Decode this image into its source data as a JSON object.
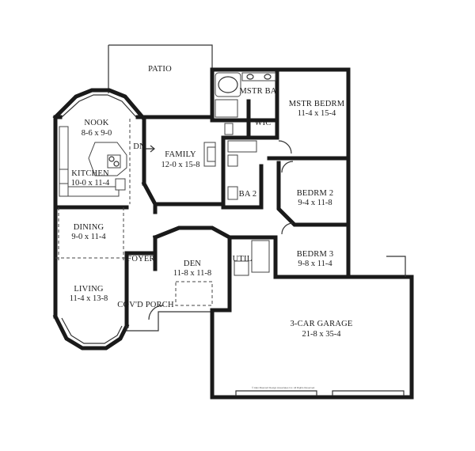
{
  "rooms": {
    "patio": {
      "name": "PATIO"
    },
    "nook": {
      "name": "NOOK",
      "size": "8-6 x 9-0"
    },
    "kitchen": {
      "name": "KITCHEN",
      "size": "10-0 x 11-4"
    },
    "family": {
      "name": "FAMILY",
      "size": "12-0 x 15-8"
    },
    "stair": {
      "name": "DN"
    },
    "mstr_ba": {
      "name": "MSTR BA"
    },
    "wic": {
      "name": "WIC"
    },
    "mstr_bedrm": {
      "name": "MSTR BEDRM",
      "size": "11-4 x 15-4"
    },
    "ba2": {
      "name": "BA 2"
    },
    "bedrm2": {
      "name": "BEDRM 2",
      "size": "9-4 x 11-8"
    },
    "dining": {
      "name": "DINING",
      "size": "9-0 x 11-4"
    },
    "foyer": {
      "name": "FOYER"
    },
    "den": {
      "name": "DEN",
      "size": "11-8 x 11-8"
    },
    "util": {
      "name": "UTIL"
    },
    "bedrm3": {
      "name": "BEDRM 3",
      "size": "9-8 x 11-4"
    },
    "living": {
      "name": "LIVING",
      "size": "11-4 x 13-8"
    },
    "covd_porch": {
      "name": "COV'D PORCH"
    },
    "garage": {
      "name": "3-CAR GARAGE",
      "size": "21-8 x 35-4"
    }
  },
  "footer": {
    "copyright": "© Alan Mascord Design Associates Inc. All Rights Reserved."
  },
  "colors": {
    "wall": "#1a1a1a",
    "text": "#1a1a1a",
    "background": "#ffffff"
  }
}
